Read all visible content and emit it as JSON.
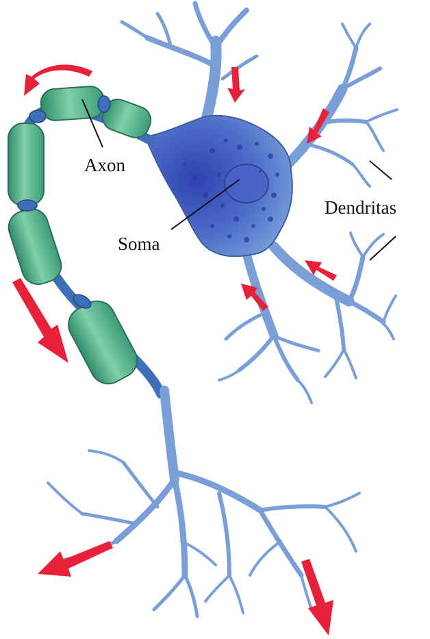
{
  "labels": {
    "axon": "Axon",
    "soma": "Soma",
    "dendritas": "Dendritas"
  },
  "colors": {
    "background": "#ffffff",
    "neuron_blue": "#7a9fd8",
    "neuron_outline": "#3e5f9c",
    "soma_dark": "#3550b8",
    "myelin_green": "#5fb58e",
    "myelin_outline": "#2e6d58",
    "node_blue": "#3f6fb8",
    "arrow_red": "#e8203a",
    "leader_line": "#111111"
  },
  "icons": [
    "signal-arrow-icon"
  ]
}
